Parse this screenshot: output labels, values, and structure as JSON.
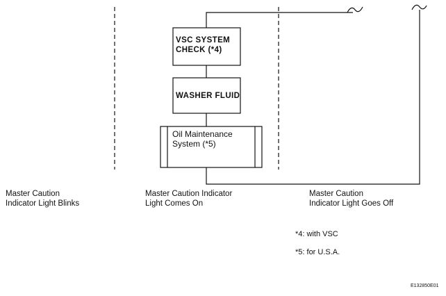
{
  "diagram": {
    "boxes": {
      "vsc_check": "VSC SYSTEM\nCHECK (*4)",
      "washer_fluid": "WASHER FLUID",
      "oil_maintenance": "Oil Maintenance\nSystem (*5)"
    },
    "columns": {
      "blinks": "Master Caution\nIndicator Light Blinks",
      "comes_on": "Master Caution Indicator\nLight Comes On",
      "goes_off": "Master Caution\nIndicator Light Goes Off"
    },
    "notes": {
      "note4": "*4: with VSC",
      "note5": "*5: for U.S.A."
    },
    "figure_code": "E132850E01"
  }
}
